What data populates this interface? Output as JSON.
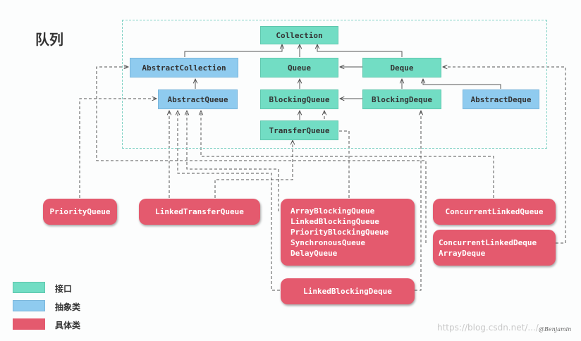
{
  "title": "队列",
  "nodes": {
    "collection": "Collection",
    "abstract_collection": "AbstractCollection",
    "queue": "Queue",
    "deque": "Deque",
    "abstract_queue": "AbstractQueue",
    "blocking_queue": "BlockingQueue",
    "blocking_deque": "BlockingDeque",
    "abstract_deque": "AbstractDeque",
    "transfer_queue": "TransferQueue",
    "priority_queue": "PriorityQueue",
    "linked_transfer_queue": "LinkedTransferQueue",
    "blocking_impls": [
      "ArrayBlockingQueue",
      "LinkedBlockingQueue",
      "PriorityBlockingQueue",
      "SynchronousQueue",
      "DelayQueue"
    ],
    "concurrent_linked_queue": "ConcurrentLinkedQueue",
    "deque_impls": [
      "ConcurrentLinkedDeque",
      "ArrayDeque"
    ],
    "linked_blocking_deque": "LinkedBlockingDeque"
  },
  "legend": [
    {
      "label": "接口",
      "color": "#72ddc4"
    },
    {
      "label": "抽象类",
      "color": "#8fcbef"
    },
    {
      "label": "具体类",
      "color": "#e45a6e"
    }
  ],
  "watermark": "https://blog.csdn.net/.../",
  "author": "@Benjamin"
}
